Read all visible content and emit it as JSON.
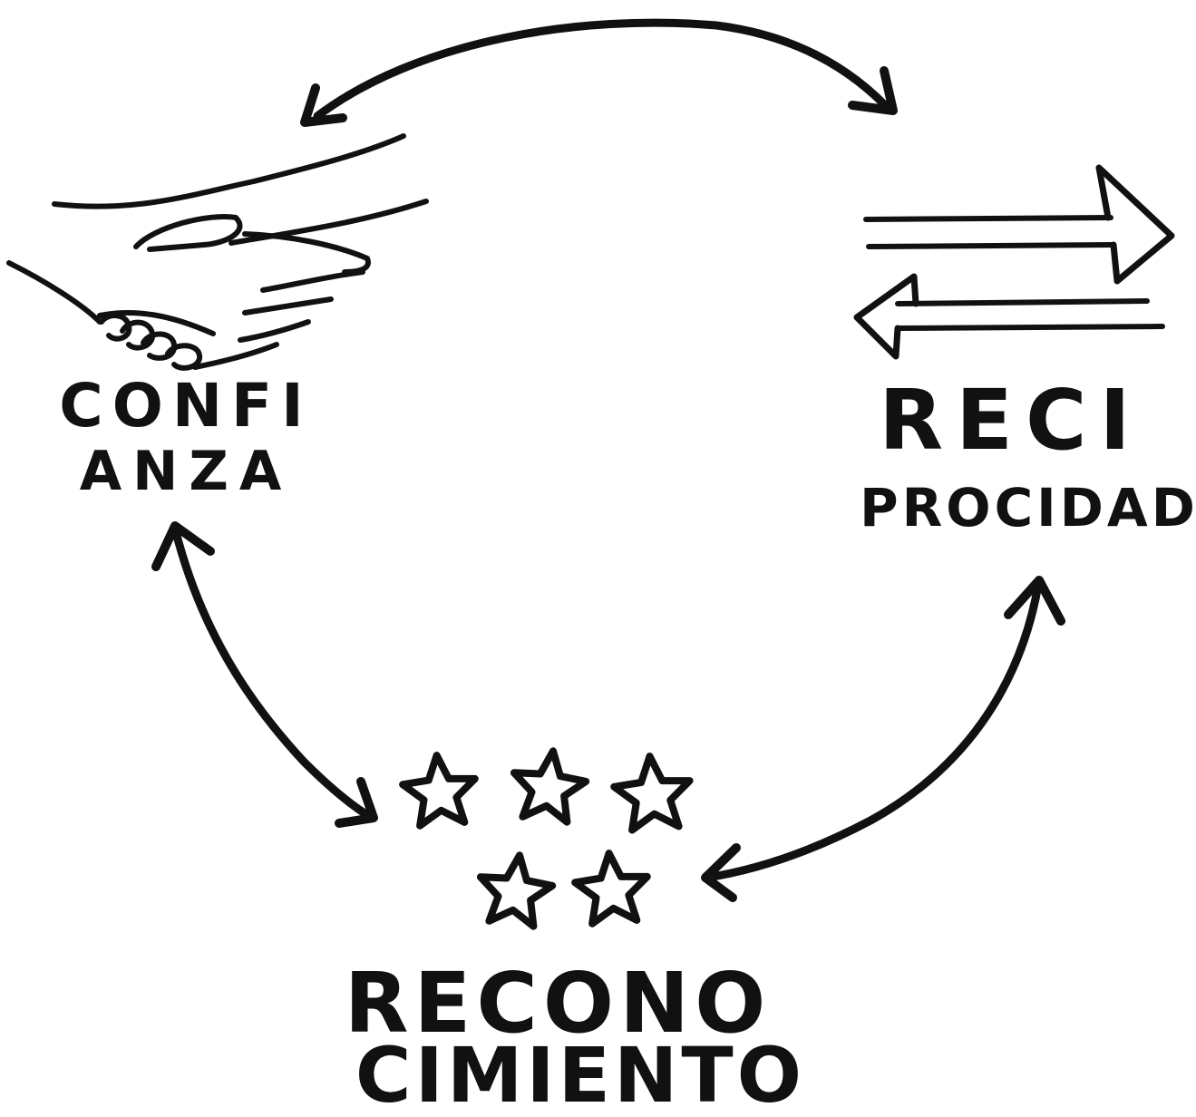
{
  "colors": {
    "ink": "#111111",
    "background": "#ffffff"
  },
  "nodes": {
    "confianza": {
      "icon": "handshake-icon",
      "label_line1": "CONFI",
      "label_line2": "ANZA"
    },
    "reciprocidad": {
      "icon": "exchange-arrows-icon",
      "label_line1": "RECI",
      "label_line2": "PROCIDAD"
    },
    "reconocimiento": {
      "icon": "stars-icon",
      "star_count": 5,
      "label_line1": "RECONO",
      "label_line2": "CIMIENTO"
    }
  },
  "connections": [
    {
      "from": "confianza",
      "to": "reciprocidad",
      "bidirectional": true
    },
    {
      "from": "confianza",
      "to": "reconocimiento",
      "bidirectional": true
    },
    {
      "from": "reciprocidad",
      "to": "reconocimiento",
      "bidirectional": true
    }
  ]
}
